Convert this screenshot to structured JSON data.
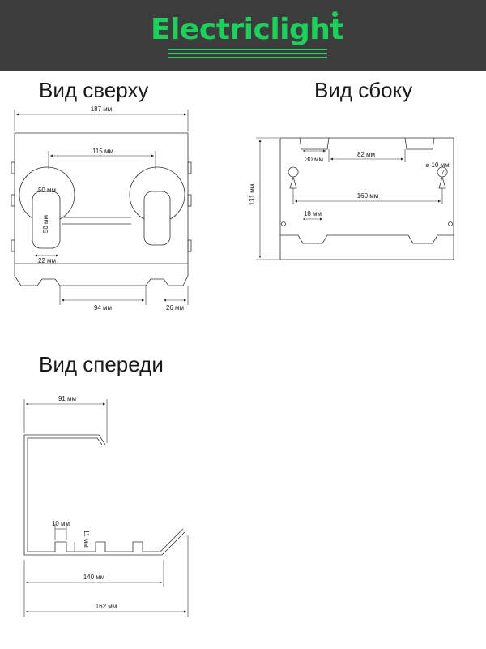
{
  "brand": {
    "name": "Electriclight",
    "color": "#1bd15c"
  },
  "views": {
    "top": {
      "title": "Вид сверху",
      "dims": {
        "width": "187 мм",
        "hole_spacing": "115 мм",
        "ring": "50 мм",
        "slot_len": "50 мм",
        "slot_w": "22 мм",
        "base_span": "94 мм",
        "tab": "26 мм"
      }
    },
    "side": {
      "title": "Вид сбоку",
      "dims": {
        "height": "131 мм",
        "notch": "30 мм",
        "top_gap": "82 мм",
        "hole_dia": "⌀ 10 мм",
        "holes_span": "160 мм",
        "small": "18 мм"
      }
    },
    "front": {
      "title": "Вид спереди",
      "dims": {
        "top": "91 мм",
        "notch_w": "10 мм",
        "notch_h": "11 мм",
        "inner": "140 мм",
        "total": "162 мм"
      }
    }
  }
}
